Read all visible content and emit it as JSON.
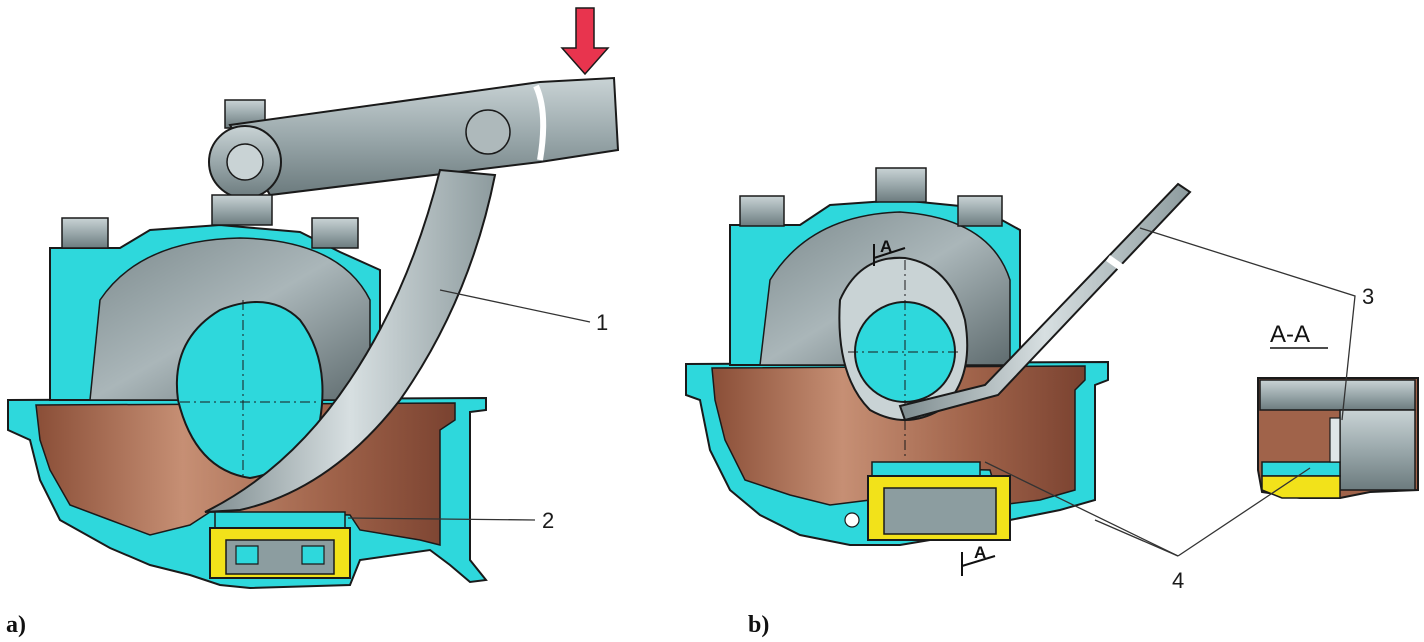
{
  "panels": {
    "a_label": "a)",
    "b_label": "b)"
  },
  "callouts": {
    "c1": "1",
    "c2": "2",
    "c3": "3",
    "c4": "4"
  },
  "section": {
    "title": "A-A",
    "mark_top": "A",
    "mark_bottom": "A"
  },
  "colors": {
    "cyan": "#2ed8dc",
    "brown": "#a0634a",
    "steel": "#8c9da0",
    "yellow": "#f2e21a",
    "arrow": "#e8344e"
  }
}
